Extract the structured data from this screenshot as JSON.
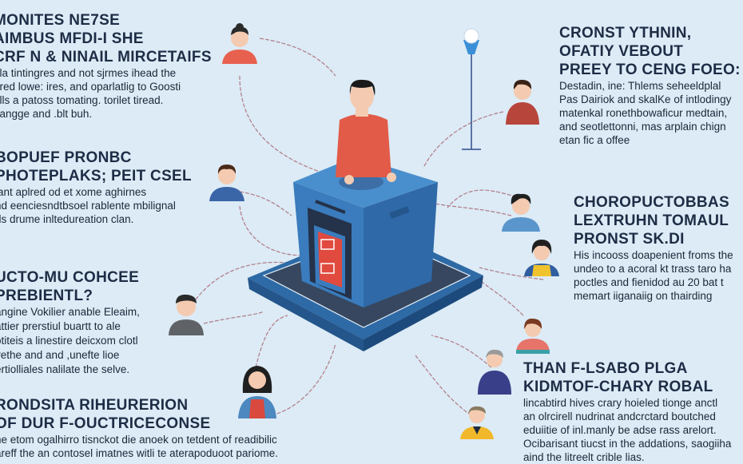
{
  "blocks_left": [
    {
      "heading": [
        "MONITES NE7SE",
        "AIMBUS MFDI-I SHE",
        "CRF N & NINAIL MIRCETAIFS"
      ],
      "body": [
        "ela tintingres and not sjrmes ihead the",
        "ared lowe: ires, and oparlatlig to Goosti",
        "alls a patoss tomating. torilet tiread.",
        "nangge and .blt buh."
      ]
    },
    {
      "heading": [
        "BOPUEF PRONBC",
        "PHOTEPLAKS; PEIT CSEL"
      ],
      "body": [
        "iant aplred od et xome aghirnes",
        "nd eenciesndtbsoel rablente mbilignal",
        "ds drume inltedureation clan."
      ]
    },
    {
      "heading": [
        "UCTO-MU COHCEE",
        "PREBIENTL?"
      ],
      "body": [
        "angine Vokilier anable Eleaim,",
        "attier prerstiul buartt to ale",
        "otiteis a linestire deicxom clotl",
        "yethe and and ,unefte lioe",
        "ertiolliales nalilate the selve."
      ]
    },
    {
      "heading": [
        "RONDSITA RIHEURERION",
        "OF DUR F-OUCTRICECONSE"
      ],
      "body": [
        "he etom ogalhirro tisnckot die anoek on tetdent of readibilic",
        "areff the an contosel imatnes witli te aterapoduoot pariome."
      ]
    }
  ],
  "blocks_right": [
    {
      "heading": [
        "CRONST YTHNIN,",
        "OFATIY VEBOUT",
        "PREEY TO CENG FOEO:"
      ],
      "body": [
        "Destadin, ine: Thlems seheeldplal",
        "Pas Dairiok and skalKe of intlodingy",
        "matenkal ronethbowaficur medtain,",
        "and seotlettonni, mas arplain chign",
        "etan fic a offee"
      ]
    },
    {
      "heading": [
        "CHOROPUCTOBBAS",
        "LEXTRUHN TOMAUL",
        "PRONST SK.DI"
      ],
      "body": [
        "His incooss doapenient froms the",
        "undeo to a acoral kt trass taro ha",
        "poctles and fienidod au 20 bat t",
        "memart iiganaiig on thairding"
      ]
    },
    {
      "heading": [
        "THAN F-LSABO PLGA",
        "KIDMTOF-CHARY ROBAL"
      ],
      "body": [
        "lincabtird hives crary hoieled tionge anctl",
        "an olrcirell nudrinat andcrctard boutched",
        "eduiitie of inl.manly be adse rass arelort.",
        "Ocibarisant tiucst in the addations, saogiiha",
        "aind the litreelt crible lias."
      ]
    }
  ],
  "colors": {
    "background": "#dcebf6",
    "heading": "#1e2c45",
    "box_blue": "#3a78b5",
    "shirt_red": "#e05a4a"
  }
}
